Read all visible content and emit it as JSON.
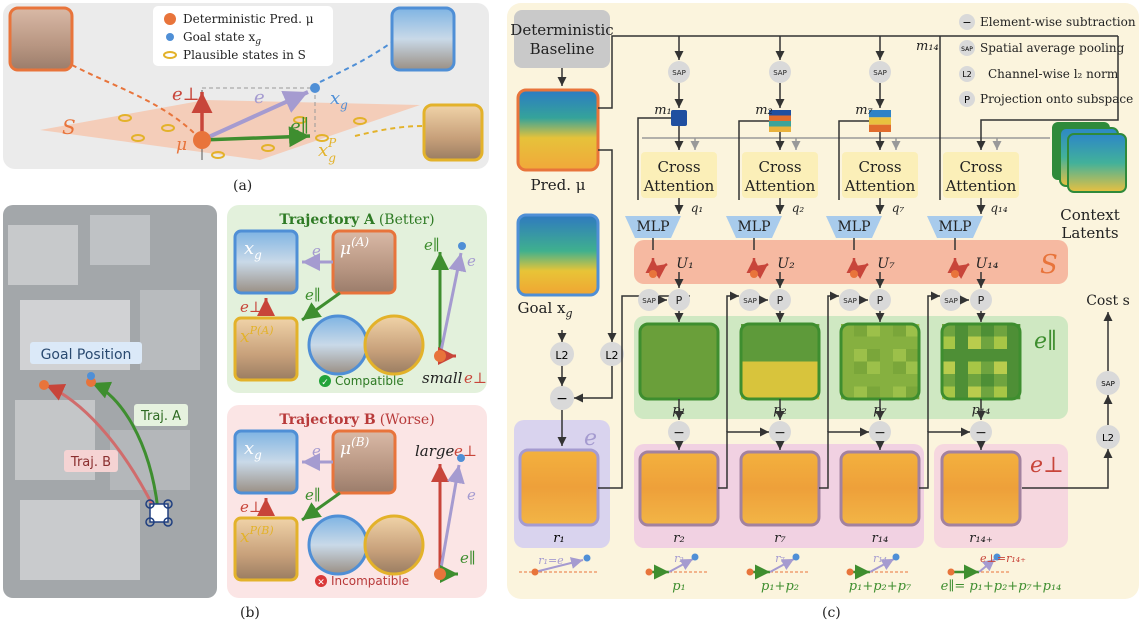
{
  "colors": {
    "orange": "#e8743b",
    "blue": "#4f8fd6",
    "green": "#3e8e2f",
    "purple": "#a59bd0",
    "red": "#c8453a",
    "gold": "#e3b22a",
    "panel_bg": "#fbf4dd",
    "cross_attn": "#fbefb8",
    "mlp": "#a8cbec",
    "s_band": "#f6b9a1",
    "green_band": "#cfe8c2",
    "pink_band": "#f6d7df",
    "lav_band": "#d9d3ee"
  },
  "a": {
    "caption": "(a)",
    "legend": {
      "pred": "Deterministic Pred. μ",
      "goal": "Goal state x",
      "goal_sub": "g",
      "plausible": "Plausible states in S"
    },
    "S": "S",
    "mu": "μ",
    "e_perp": "e⊥",
    "e": "e",
    "e_par": "e∥",
    "xg": "x",
    "xg_sub": "g",
    "xgP": "x",
    "xgP_sup": "P",
    "xgP_sub": "g"
  },
  "b": {
    "caption": "(b)",
    "goal_position": "Goal Position",
    "traj_a": "Traj. A",
    "traj_b": "Traj. B",
    "A_title_bold": "Trajectory A",
    "A_title_paren": "(Better)",
    "B_title_bold": "Trajectory B",
    "B_title_paren": "(Worse)",
    "xg": "x",
    "xg_sub": "g",
    "muA": "μ",
    "muA_sup": "(A)",
    "muB": "μ",
    "muB_sup": "(B)",
    "xgPA_sup": "P(A)",
    "xgPB_sup": "P(B)",
    "e": "e",
    "e_perp": "e⊥",
    "e_par": "e∥",
    "compatible": "Compatible",
    "incompatible": "Incompatible",
    "small": "small",
    "large": "large"
  },
  "c": {
    "caption": "(c)",
    "baseline": [
      "Deterministic",
      "Baseline"
    ],
    "pred_mu": "Pred. μ",
    "goal_xg": "Goal x",
    "goal_xg_sub": "g",
    "context": [
      "Context",
      "Latents"
    ],
    "sap": "SAP",
    "p": "P",
    "l2": "L2",
    "minus": "−",
    "cross": [
      "Cross",
      "Attention"
    ],
    "mlp": "MLP",
    "S": "S",
    "e": "e",
    "e_par": "e∥",
    "e_perp": "e⊥",
    "cost": "Cost s",
    "m": [
      "m₁",
      "m₂",
      "m₇",
      "m₁₄"
    ],
    "q": [
      "q₁",
      "q₂",
      "q₇",
      "q₁₄"
    ],
    "U": [
      "U₁",
      "U₂",
      "U₇",
      "U₁₄"
    ],
    "p_labels": [
      "p₁",
      "p₂",
      "p₇",
      "p₁₄"
    ],
    "r_labels": [
      "r₁",
      "r₂",
      "r₇",
      "r₁₄",
      "r₁₄₊"
    ],
    "bottom": [
      "r₁=e",
      "r₂",
      "r₇",
      "r₁₄",
      "e⊥=r₁₄₊"
    ],
    "bottom_sums": [
      "p₁",
      "p₁+p₂",
      "p₁+p₂+p₇",
      "e∥= p₁+p₂+p₇+p₁₄"
    ],
    "legend": [
      {
        "sym": "−",
        "text": "Element-wise subtraction"
      },
      {
        "sym": "SAP",
        "text": "Spatial average pooling"
      },
      {
        "sym": "L2",
        "text": "Channel-wise l₂ norm"
      },
      {
        "sym": "P",
        "text": "Projection onto subspace"
      }
    ]
  }
}
